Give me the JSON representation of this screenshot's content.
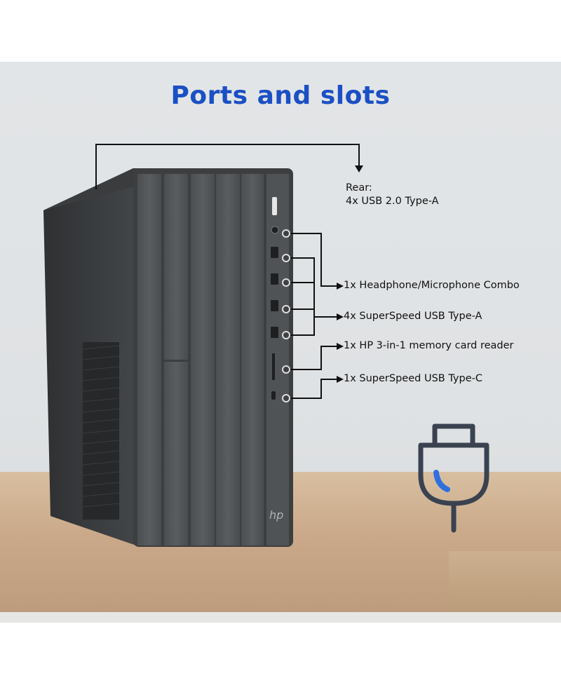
{
  "title": "Ports and slots",
  "rear": {
    "heading": "Rear:",
    "detail": "4x USB 2.0 Type-A"
  },
  "front_ports": [
    "1x Headphone/Microphone Combo",
    "4x SuperSpeed USB Type-A",
    "1x HP 3-in-1 memory card reader",
    "1x SuperSpeed USB Type-C"
  ],
  "colors": {
    "title": "#1b4fc4",
    "plug_outline": "#3a4250",
    "plug_accent": "#2f6fe0",
    "tower": "#3e4042"
  },
  "icons": [
    "usb-plug-icon",
    "hp-logo-icon"
  ]
}
